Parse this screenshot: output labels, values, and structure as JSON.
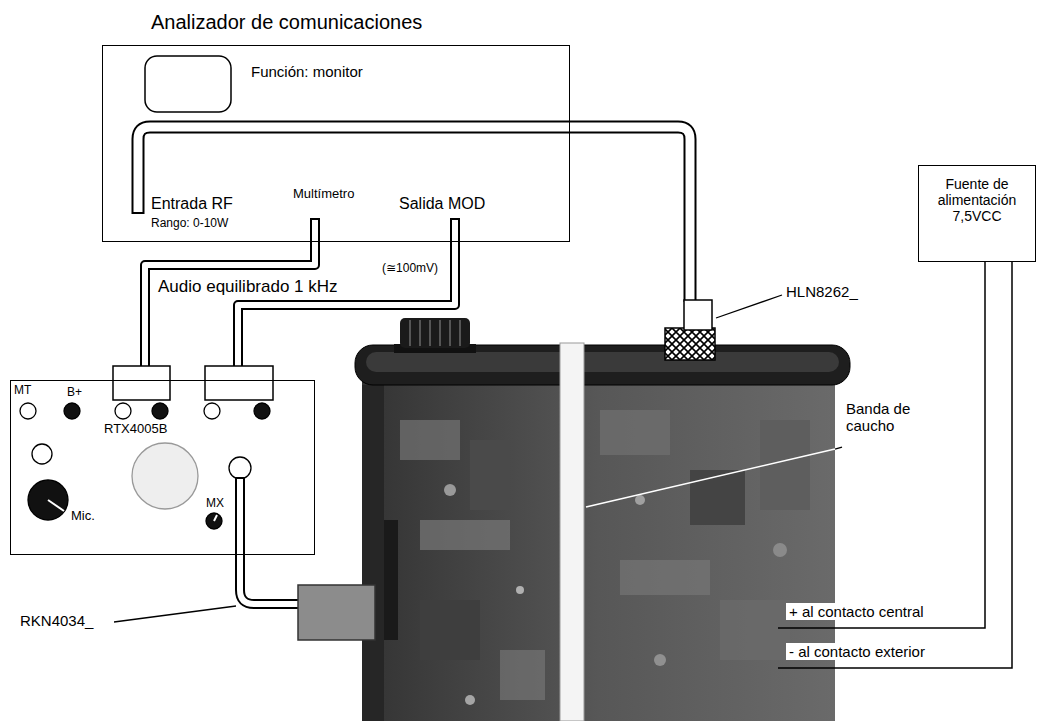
{
  "diagram": {
    "nodes": [
      {
        "text": [
          "Analizador de comunicaciones",
          "Función: monitor",
          "Entrada RF",
          "Rango: 0-10W",
          "Multímetro",
          "Salida MOD"
        ]
      },
      {
        "text": [
          "MT",
          "B+",
          "RTX4005B",
          "Mic.",
          "MX"
        ]
      },
      {
        "text": [
          "Fuente de alimentación 7,5VCC"
        ]
      }
    ],
    "edges": [
      {
        "from": 0,
        "to": 1,
        "arrow": "none"
      },
      {
        "from": 0,
        "to": 1,
        "label": "Audio equilibrado 1 kHz",
        "arrow": "none"
      }
    ],
    "labels": [
      "(≅100mV)",
      "HLN8262_",
      "Banda de caucho",
      "RKN4034_",
      "+ al contacto central",
      "- al contacto exterior"
    ]
  }
}
